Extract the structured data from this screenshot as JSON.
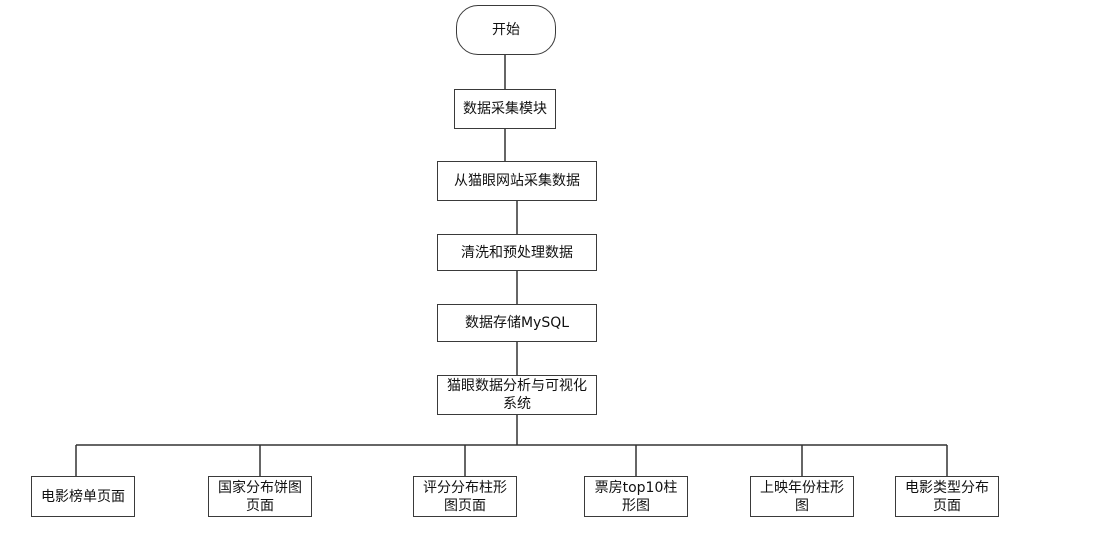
{
  "flowchart": {
    "start": "开始",
    "steps": [
      "数据采集模块",
      "从猫眼网站采集数据",
      "清洗和预处理数据",
      "数据存储MySQL",
      "猫眼数据分析与可视化系统"
    ],
    "pages": [
      "电影榜单页面",
      "国家分布饼图页面",
      "评分分布柱形图页面",
      "票房top10柱形图",
      "上映年份柱形图",
      "电影类型分布页面"
    ]
  }
}
